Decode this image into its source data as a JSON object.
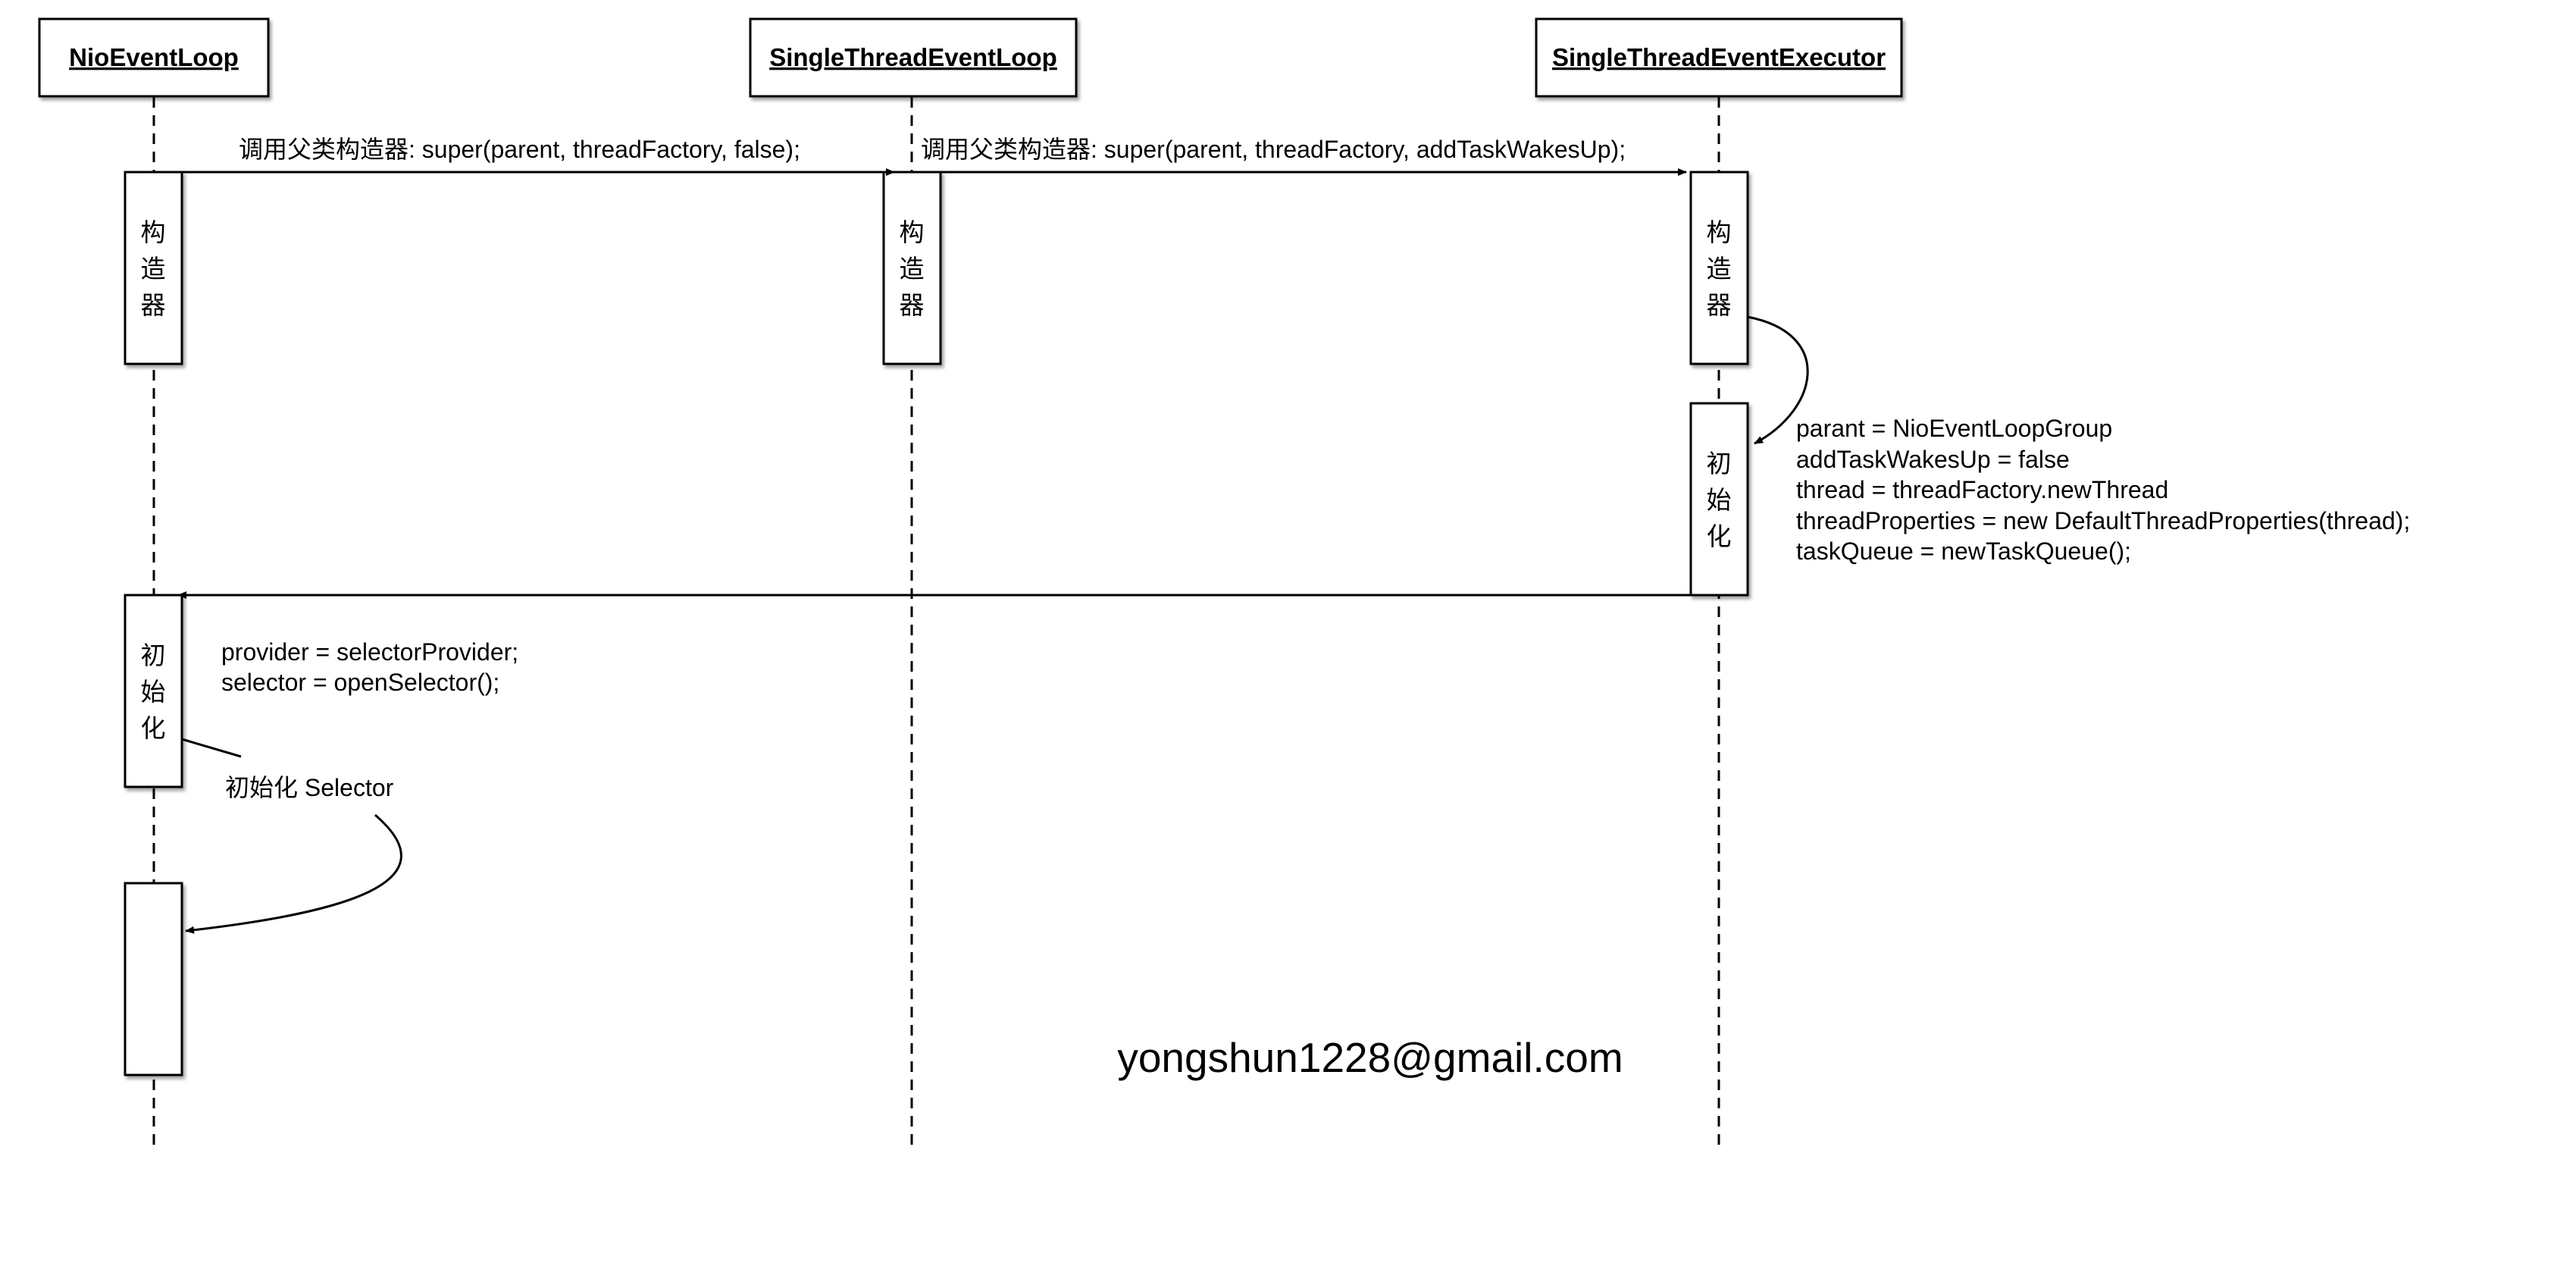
{
  "participants": [
    {
      "name": "NioEventLoop"
    },
    {
      "name": "SingleThreadEventLoop"
    },
    {
      "name": "SingleThreadEventExecutor"
    }
  ],
  "activations": {
    "nio_constructor": [
      "构",
      "造",
      "器"
    ],
    "stel_constructor": [
      "构",
      "造",
      "器"
    ],
    "stee_constructor": [
      "构",
      "造",
      "器"
    ],
    "stee_init": [
      "初",
      "始",
      "化"
    ],
    "nio_init": [
      "初",
      "始",
      "化"
    ]
  },
  "messages": {
    "nio_to_stel": "调用父类构造器: super(parent, threadFactory, false);",
    "stel_to_stee": "调用父类构造器: super(parent, threadFactory, addTaskWakesUp);"
  },
  "notes": {
    "stee_init_lines": [
      "parant = NioEventLoopGroup",
      "addTaskWakesUp = false",
      "thread = threadFactory.newThread",
      "threadProperties = new DefaultThreadProperties(thread);",
      "taskQueue = newTaskQueue();"
    ],
    "nio_init_lines": [
      "provider = selectorProvider;",
      "selector = openSelector();"
    ],
    "init_selector": "初始化 Selector"
  },
  "watermark": "yongshun1228@gmail.com"
}
